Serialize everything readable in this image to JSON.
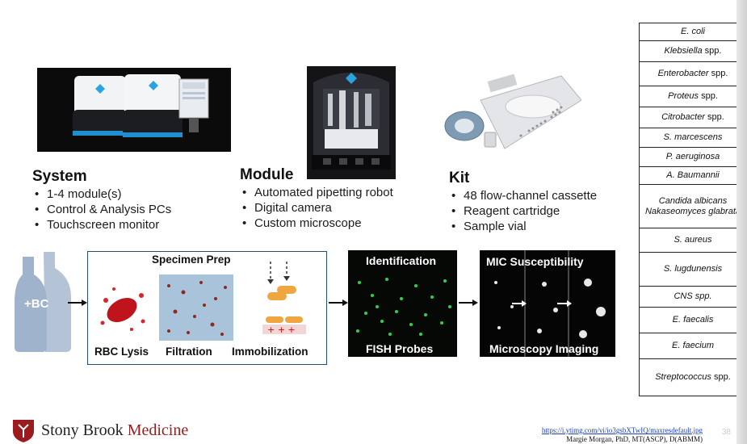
{
  "system": {
    "title": "System",
    "bullets": [
      "1-4 module(s)",
      "Control & Analysis PCs",
      "Touchscreen monitor"
    ]
  },
  "module": {
    "title": "Module",
    "bullets": [
      "Automated pipetting robot",
      "Digital camera",
      "Custom microscope"
    ]
  },
  "kit": {
    "title": "Kit",
    "bullets": [
      "48 flow-channel cassette",
      "Reagent cartridge",
      "Sample vial"
    ]
  },
  "workflow": {
    "bottle_label": "+BC",
    "specimen_prep_title": "Specimen Prep",
    "rbc_lysis": "RBC Lysis",
    "filtration": "Filtration",
    "immobilization": "Immobilization",
    "identification": "Identification",
    "fish_probes": "FISH Probes",
    "mic_susceptibility": "MIC Susceptibility",
    "microscopy_imaging": "Microscopy Imaging"
  },
  "organisms": [
    {
      "italic": "E. coli",
      "normal": ""
    },
    {
      "italic": "Klebsiella",
      "normal": " spp."
    },
    {
      "italic": "Enterobacter",
      "normal": " spp."
    },
    {
      "italic": "Proteus",
      "normal": " spp."
    },
    {
      "italic": "Citrobacter",
      "normal": " spp."
    },
    {
      "italic": "S. marcescens",
      "normal": ""
    },
    {
      "italic": "P. aeruginosa",
      "normal": ""
    },
    {
      "italic": "A.    Baumannii",
      "normal": ""
    },
    {
      "italic": "Candida albicans Nakaseomyces glabrata",
      "normal": ""
    },
    {
      "italic": "S. aureus",
      "normal": ""
    },
    {
      "italic": "S. lugdunensis",
      "normal": ""
    },
    {
      "italic": "CNS spp.",
      "normal": ""
    },
    {
      "italic": "E. faecalis",
      "normal": ""
    },
    {
      "italic": "E. faecium",
      "normal": ""
    },
    {
      "italic": "Streptococcus",
      "normal": " spp."
    }
  ],
  "footer": {
    "logo_plain": "Stony Brook ",
    "logo_red": "Medicine",
    "source_link": "https://i.ytimg.com/vi/io3gsbXTwIQ/maxresdefault.jpg",
    "credit": "Margie Morgan, PhD, MT(ASCP), D(ABMM)",
    "page_number": "38"
  },
  "colors": {
    "box_border": "#1f4e79",
    "bottle": "#9fb3cc",
    "logo_red": "#9b1b1f",
    "link": "#1a3fbf"
  }
}
